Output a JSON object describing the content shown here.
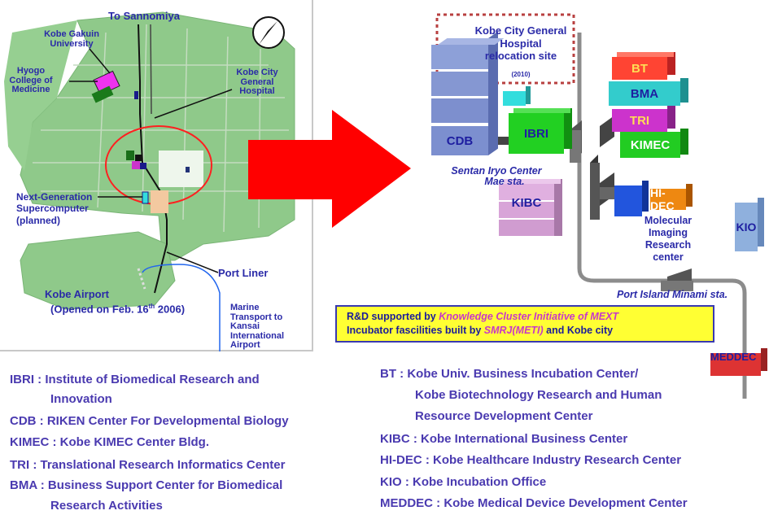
{
  "map": {
    "to_sannomiya": "To Sannomiya",
    "kobe_gakuin": "Kobe Gakuin University",
    "hyogo_college": "Hyogo College of Medicine",
    "kobe_city_general": "Kobe City General Hospital",
    "next_gen_line1": "Next-Generation",
    "next_gen_line2": "Supercomputer",
    "next_gen_line3": "(planned)",
    "port_liner": "Port Liner",
    "kobe_airport": "Kobe Airport",
    "opened_prefix": "(Opened on Feb. 16",
    "opened_sup": "th",
    "opened_suffix": " 2006)",
    "marine_transport": "Marine Transport to Kansai International Airport"
  },
  "campus": {
    "relocation_line1": "Kobe City General",
    "relocation_line2": "Hospital",
    "relocation_line3": "relocation site",
    "relocation_year": "(2010)",
    "cdb": "CDB",
    "ibri": "IBRI",
    "bt": "BT",
    "bma": "BMA",
    "tri": "TRI",
    "kimec": "KIMEC",
    "kibc": "KIBC",
    "hidec": "HI-DEC",
    "kio": "KIO",
    "meddec": "MEDDEC",
    "molecular_imaging": "Molecular Imaging Research center",
    "sentan_line1": "Sentan Iryo Center",
    "sentan_line2": "Mae sta.",
    "port_island": "Port Island Minami sta."
  },
  "note": {
    "line1_prefix": "R&D supported by ",
    "line1_highlight": "Knowledge  Cluster Initiative of MEXT",
    "line2_prefix": "Incubator fascilities built by  ",
    "line2_highlight": "SMRJ(METI)",
    "line2_suffix": " and Kobe city"
  },
  "legend_left": [
    {
      "line1": "IBRI : Institute of Biomedical Research and",
      "line2": "Innovation"
    },
    {
      "line1": "CDB : RIKEN Center For Developmental Biology"
    },
    {
      "line1": "KIMEC : Kobe KIMEC Center Bldg."
    },
    {
      "line1": "TRI : Translational Research Informatics Center"
    },
    {
      "line1": "BMA : Business Support Center for Biomedical",
      "line2": "Research Activities"
    }
  ],
  "legend_right": [
    {
      "line1": "BT : Kobe Univ. Business Incubation Center/",
      "line2": "Kobe Biotechnology  Research and Human",
      "line3": "Resource Development Center"
    },
    {
      "line1": "KIBC : Kobe International Business Center"
    },
    {
      "line1": "HI-DEC : Kobe Healthcare Industry Research Center"
    },
    {
      "line1": "KIO : Kobe Incubation Office"
    },
    {
      "line1": "MEDDEC : Kobe Medical Device Development Center"
    }
  ],
  "colors": {
    "land_green": "#8fc98a",
    "land_dark": "#6aab66",
    "box_blue": "#7a8fd0",
    "arrow_red": "#ff0000",
    "label_blue": "#2a2aa8",
    "ibri_green": "#22cc22",
    "cyan": "#33cccc",
    "magenta": "#cc33cc",
    "orange_red": "#ff4433",
    "pink": "#dda8dd",
    "yellow": "#ffff33"
  }
}
